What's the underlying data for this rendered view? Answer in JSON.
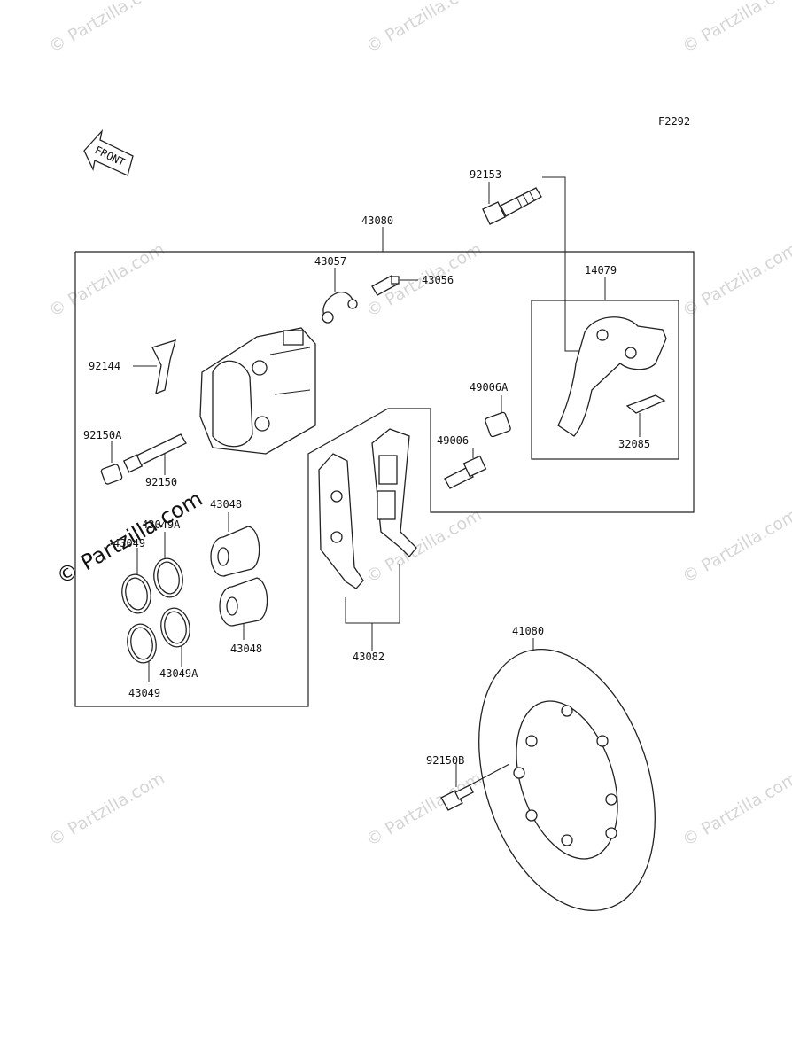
{
  "figure_code": "F2292",
  "front_arrow_label": "FRONT",
  "watermark_text": "© Partzilla.com",
  "watermark_main": "© Partzilla.com",
  "parts": {
    "p43080": "43080",
    "p92153": "92153",
    "p43057": "43057",
    "p43056": "43056",
    "p14079": "14079",
    "p92144": "92144",
    "p49006A": "49006A",
    "p49006": "49006",
    "p32085": "32085",
    "p92150A": "92150A",
    "p92150": "92150",
    "p43048_top": "43048",
    "p43049A_top": "43049A",
    "p43049_top": "43049",
    "p43048_bot": "43048",
    "p43049A_bot": "43049A",
    "p43049_bot": "43049",
    "p43082": "43082",
    "p41080": "41080",
    "p92150B": "92150B"
  }
}
